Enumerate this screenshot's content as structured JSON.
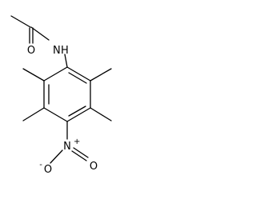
{
  "molecule": {
    "atoms": {
      "carbonyl_oxygen": "O",
      "amide_nitrogen": "N",
      "amide_hydrogen": "H",
      "nitro_nitrogen": "N",
      "nitro_charge_plus": "+",
      "nitro_oxygen_double": "O",
      "nitro_oxygen_single": "O",
      "nitro_charge_minus": "-"
    }
  }
}
